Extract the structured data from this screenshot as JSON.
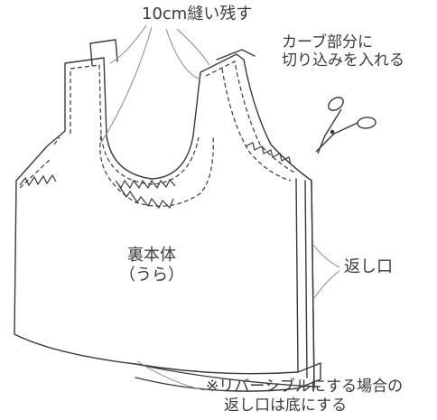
{
  "colors": {
    "line": "#3a3a3a",
    "leader": "#888888",
    "background": "#ffffff"
  },
  "icons": {
    "tool": "scissors-icon"
  },
  "labels": {
    "top_seam": "10cm縫い残す",
    "curve_line1": "カーブ部分に",
    "curve_line2": "切り込みを入れる",
    "body_line1": "裏本体",
    "body_line2": "（うら）",
    "opening": "返し口",
    "note_line1": "※リバーシブルにする場合の",
    "note_line2": "返し口は底にする"
  }
}
